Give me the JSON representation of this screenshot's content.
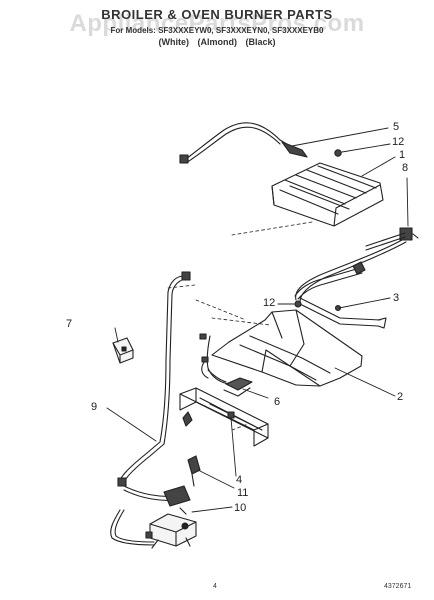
{
  "header": {
    "title": "BROILER & OVEN BURNER PARTS",
    "models": "For Models: SF3XXXEYW0, SF3XXXEYN0, SF3XXXEYB0",
    "colors": "(White) (Almond) (Black)"
  },
  "watermark": "AppliancePartsPros.com",
  "callouts": {
    "c1": "1",
    "c2": "2",
    "c3": "3",
    "c4": "4",
    "c5": "5",
    "c6": "6",
    "c7": "7",
    "c8": "8",
    "c9": "9",
    "c10": "10",
    "c11": "11",
    "c12a": "12",
    "c12b": "12"
  },
  "footer": {
    "page": "4",
    "part_number": "4372671"
  }
}
